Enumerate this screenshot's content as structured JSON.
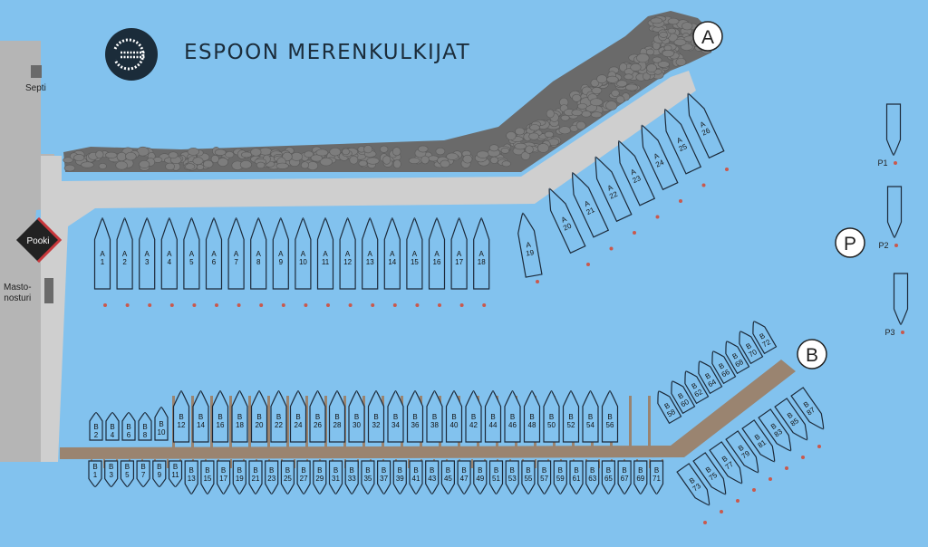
{
  "title": "ESPOON MERENKULKIJAT",
  "colors": {
    "water": "#82c2ee",
    "land": "#b5b5b5",
    "pier": "#d3d3d3",
    "breakwater": "#6a6a6a",
    "dock": "#9a8470",
    "boat_stroke": "#1c2a3a",
    "buoy": "#c9594d"
  },
  "places": {
    "septi": "Septi",
    "pooki": "Pooki",
    "mastonosturi": [
      "Masto-",
      "nosturi"
    ]
  },
  "pier_markers": {
    "a": "A",
    "b": "B",
    "p": "P"
  },
  "pier_a_berths": [
    "A 1",
    "A 2",
    "A 3",
    "A 4",
    "A 5",
    "A 6",
    "A 7",
    "A 8",
    "A 9",
    "A 10",
    "A 11",
    "A 12",
    "A 13",
    "A 14",
    "A 15",
    "A 16",
    "A 17",
    "A 18",
    "A 19",
    "A 20",
    "A 21",
    "A 22",
    "A 23",
    "A 24",
    "A 25",
    "A 26"
  ],
  "pier_b_north_berths": [
    "B 2",
    "B 4",
    "B 6",
    "B 8",
    "B 10",
    "B 12",
    "B 14",
    "B 16",
    "B 18",
    "B 20",
    "B 22",
    "B 24",
    "B 26",
    "B 28",
    "B 30",
    "B 32",
    "B 34",
    "B 36",
    "B 38",
    "B 40",
    "B 42",
    "B 44",
    "B 46",
    "B 48",
    "B 50",
    "B 52",
    "B 54",
    "B 56"
  ],
  "pier_b_south_berths": [
    "B 1",
    "B 3",
    "B 5",
    "B 7",
    "B 9",
    "B 11",
    "B 13",
    "B 15",
    "B 17",
    "B 19",
    "B 21",
    "B 23",
    "B 25",
    "B 27",
    "B 29",
    "B 31",
    "B 33",
    "B 35",
    "B 37",
    "B 39",
    "B 41",
    "B 43",
    "B 45",
    "B 47",
    "B 49",
    "B 51",
    "B 53",
    "B 55",
    "B 57",
    "B 59",
    "B 61",
    "B 63",
    "B 65",
    "B 67",
    "B 69",
    "B 71"
  ],
  "pier_b_ne_berths": [
    "B 58",
    "B 60",
    "B 62",
    "B 64",
    "B 66",
    "B 68",
    "B 70",
    "B 72"
  ],
  "pier_b_se_berths": [
    "B 73",
    "B 75",
    "B 77",
    "B 79",
    "B 81",
    "B 83",
    "B 85",
    "B 87"
  ],
  "guest_berths": [
    "P1",
    "P2",
    "P3"
  ]
}
